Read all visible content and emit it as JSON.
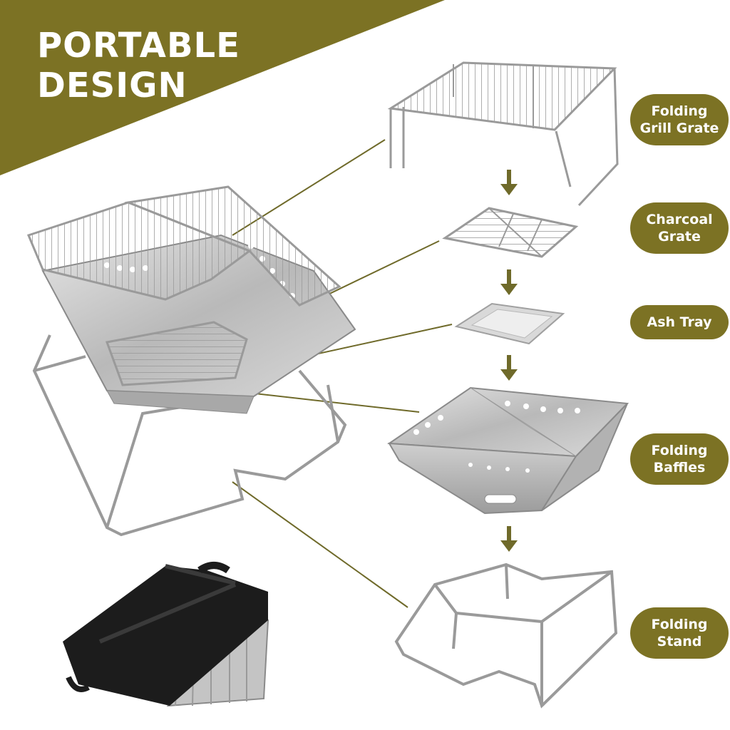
{
  "headline": {
    "line1": "PORTABLE",
    "line2": "DESIGN"
  },
  "labels": [
    {
      "line1": "Folding",
      "line2": "Grill Grate"
    },
    {
      "line1": "Charcoal",
      "line2": "Grate"
    },
    {
      "line1": "Ash Tray",
      "line2": ""
    },
    {
      "line1": "Folding",
      "line2": "Baffles"
    },
    {
      "line1": "Folding",
      "line2": "Stand"
    }
  ],
  "colors": {
    "accent": "#7c7224",
    "banner": "#7c7224",
    "steel": "#b8b8b8",
    "steel_dark": "#8a8a8a",
    "bag": "#1c1c1c"
  },
  "icons": [
    "down-arrow-icon",
    "down-arrow-icon",
    "down-arrow-icon",
    "down-arrow-icon"
  ]
}
